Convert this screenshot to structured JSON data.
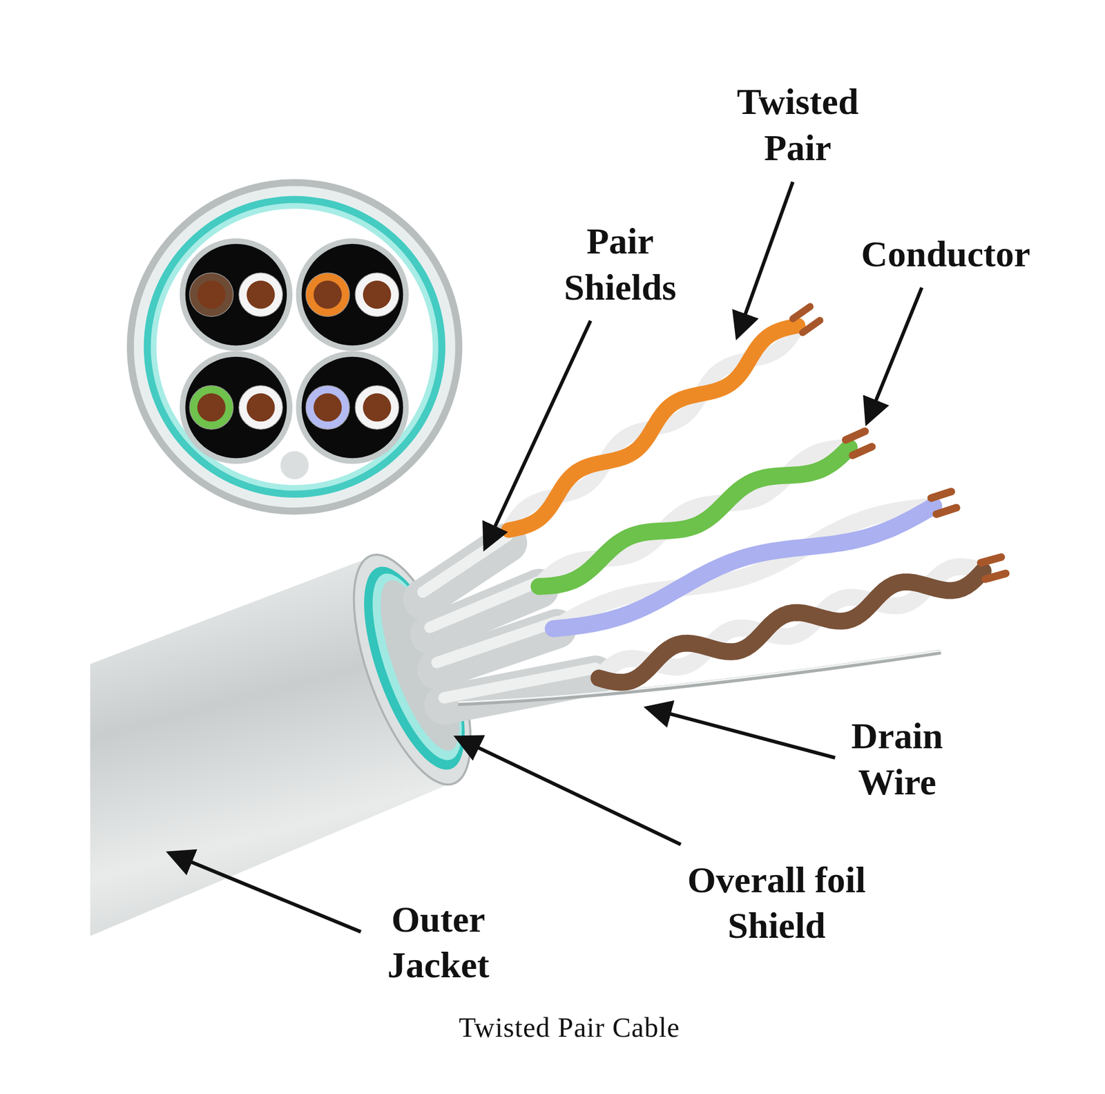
{
  "diagram": {
    "caption": "Twisted Pair Cable",
    "labels": [
      "Twisted Pair",
      "Pair Shields",
      "Conductor",
      "Drain Wire",
      "Overall foil Shield",
      "Outer Jacket"
    ]
  }
}
